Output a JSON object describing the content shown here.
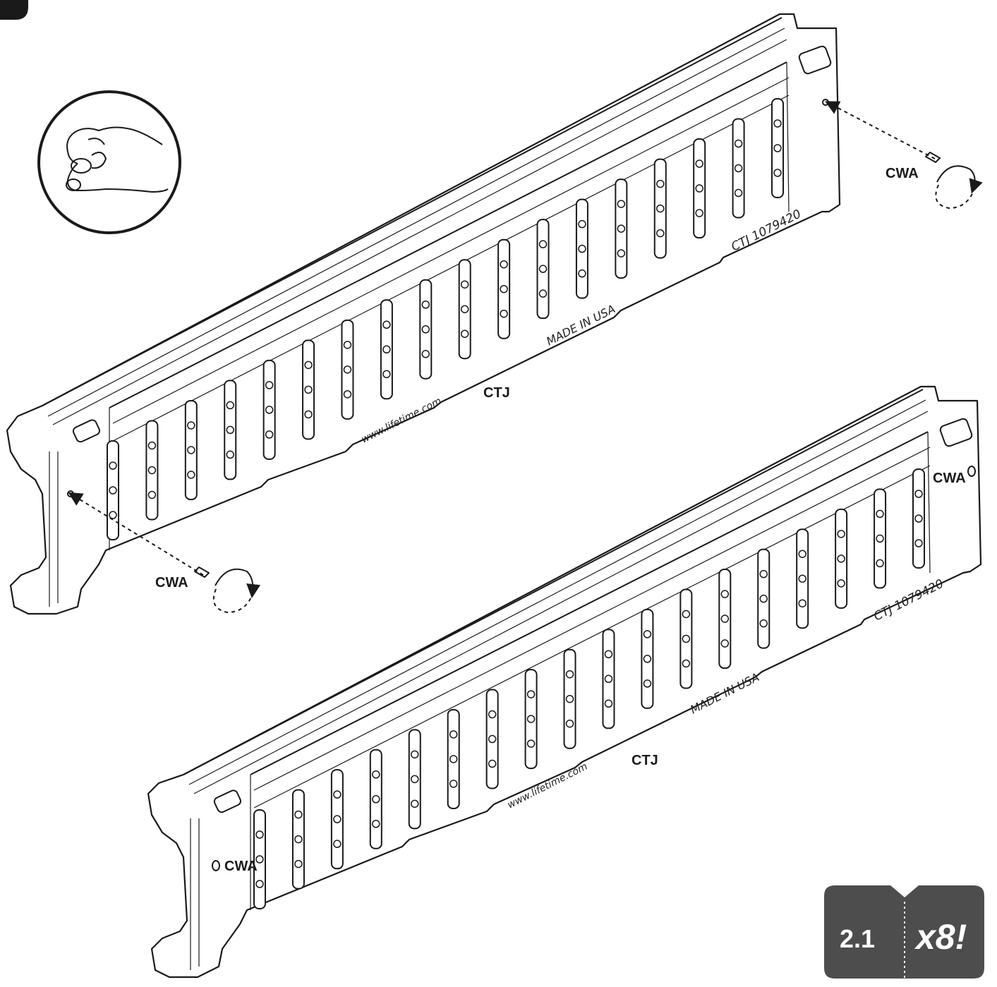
{
  "labels": {
    "part_top": "CTJ",
    "part_bottom": "CTJ",
    "hw_top_left": "CWA",
    "hw_top_right": "CWA",
    "hw_bottom_left": "CWA",
    "hw_bottom_right": "CWA"
  },
  "molded_text": {
    "website": "www.lifetime.com",
    "origin": "MADE IN USA",
    "part_number": "CTJ 1079420"
  },
  "step_badge": {
    "step": "2.1",
    "multiplier": "x8!",
    "color": "#4d4d4d"
  },
  "icons": {
    "hand_tighten": "hand-tighten-icon",
    "rotation": "clockwise-rotation-icon"
  }
}
